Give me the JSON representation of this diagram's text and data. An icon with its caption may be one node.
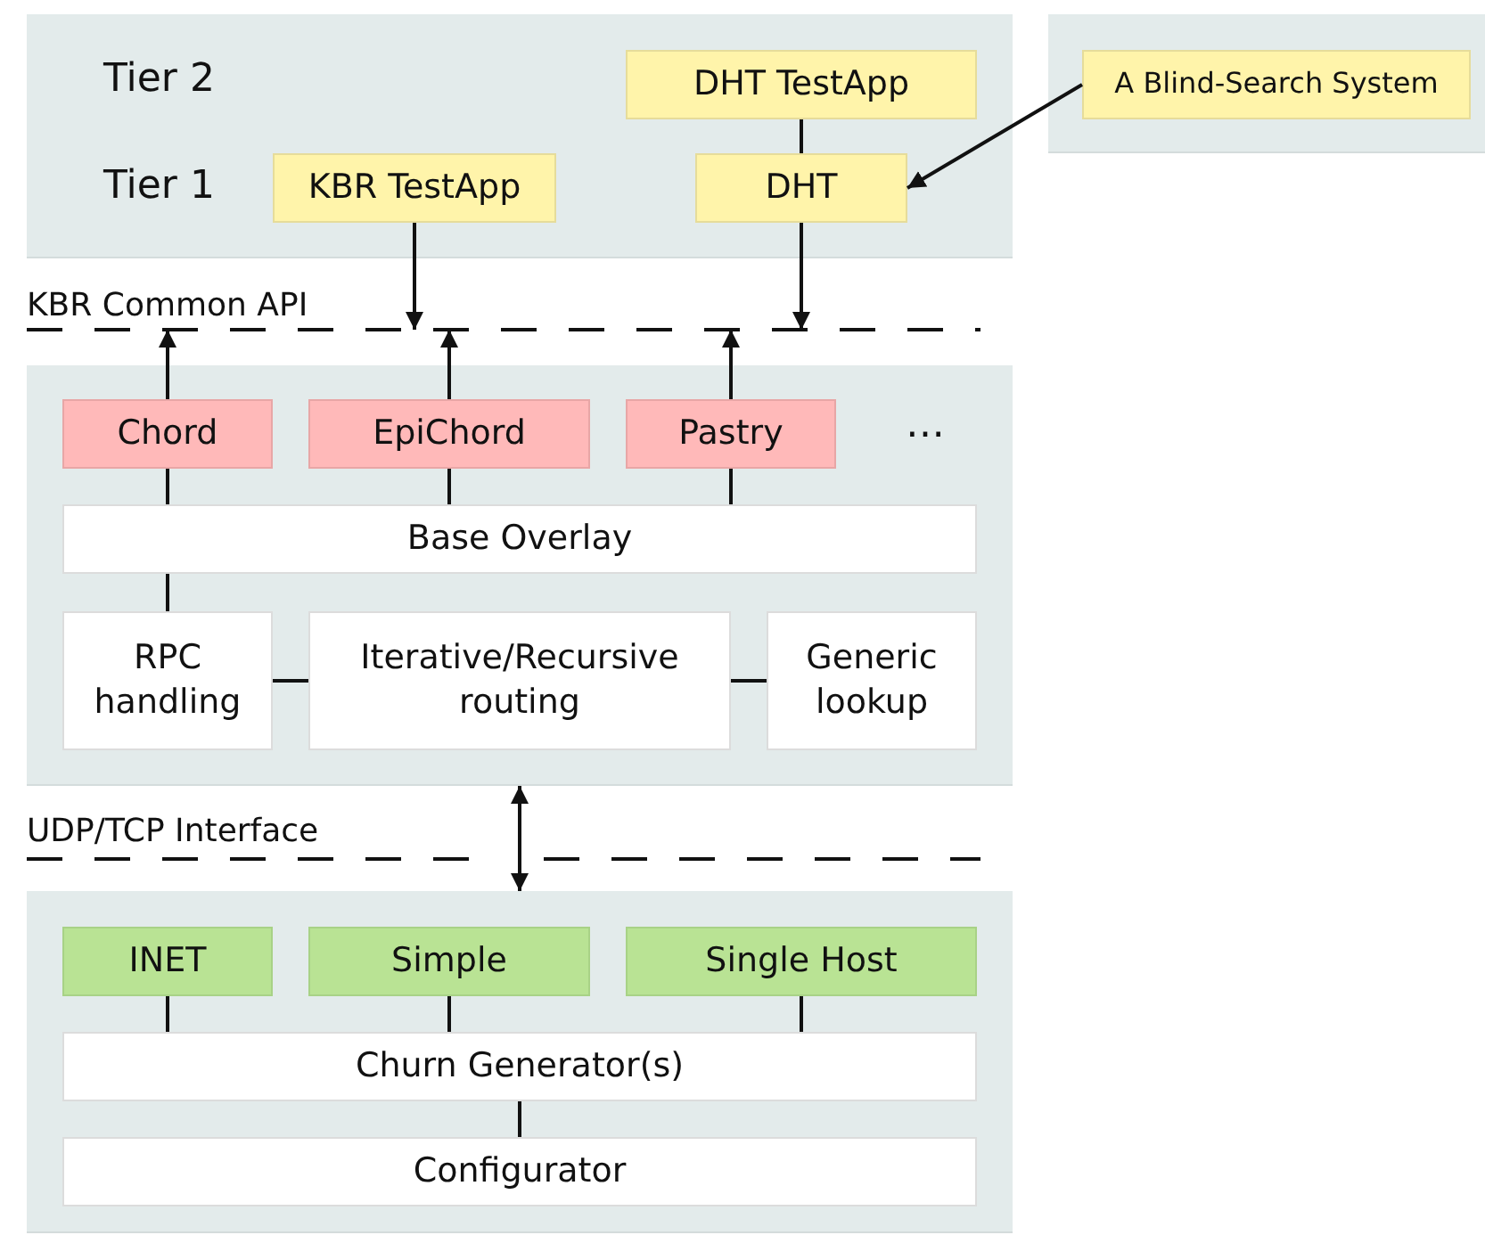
{
  "diagram": {
    "nodes": [
      {
        "text": [],
        "shape": "box"
      },
      {
        "text": [
          "DHT TestApp"
        ],
        "in": 0
      },
      {
        "text": [
          "KBR TestApp"
        ],
        "in": 0
      },
      {
        "text": [
          "DHT"
        ],
        "in": 0
      },
      {
        "text": [],
        "shape": "box"
      },
      {
        "text": [
          "A Blind-Search System"
        ],
        "in": 4
      },
      {
        "text": [
          "KBR Common API"
        ]
      },
      {
        "text": [],
        "shape": "box"
      },
      {
        "text": [
          "Chord"
        ],
        "in": 7
      },
      {
        "text": [
          "EpiChord"
        ],
        "in": 7
      },
      {
        "text": [
          "Pastry"
        ],
        "in": 7
      },
      {
        "text": [
          "Base Overlay"
        ],
        "in": 7
      },
      {
        "text": [
          "RPC handling"
        ],
        "in": 7
      },
      {
        "text": [
          "Iterative/Recursive routing"
        ],
        "in": 7
      },
      {
        "text": [
          "Generic lookup"
        ],
        "in": 7
      },
      {
        "text": [
          "UDP/TCP Interface"
        ]
      },
      {
        "text": [],
        "shape": "box"
      },
      {
        "text": [
          "INET"
        ],
        "in": 16
      },
      {
        "text": [
          "Simple"
        ],
        "in": 16
      },
      {
        "text": [
          "Single Host"
        ],
        "in": 16
      },
      {
        "text": [
          "Churn Generator(s)"
        ],
        "in": 16
      },
      {
        "text": [
          "Configurator"
        ],
        "in": 16
      }
    ],
    "edges": [
      {
        "from": 1,
        "to": 3,
        "arrow": "none"
      },
      {
        "from": 5,
        "to": 3,
        "arrow": "to"
      },
      {
        "from": 2,
        "to": 6,
        "arrow": "to"
      },
      {
        "from": 3,
        "to": 6,
        "arrow": "to"
      },
      {
        "from": 8,
        "to": 6,
        "arrow": "to"
      },
      {
        "from": 9,
        "to": 6,
        "arrow": "to"
      },
      {
        "from": 10,
        "to": 6,
        "arrow": "to"
      },
      {
        "from": 8,
        "to": 11,
        "arrow": "none"
      },
      {
        "from": 9,
        "to": 11,
        "arrow": "none"
      },
      {
        "from": 10,
        "to": 11,
        "arrow": "none"
      },
      {
        "from": 11,
        "to": 12,
        "arrow": "none"
      },
      {
        "from": 12,
        "to": 13,
        "arrow": "none"
      },
      {
        "from": 13,
        "to": 14,
        "arrow": "none"
      },
      {
        "from": 7,
        "to": 16,
        "arrow": "both"
      },
      {
        "from": 17,
        "to": 20,
        "arrow": "none"
      },
      {
        "from": 18,
        "to": 20,
        "arrow": "none"
      },
      {
        "from": 19,
        "to": 20,
        "arrow": "none"
      },
      {
        "from": 20,
        "to": 21,
        "arrow": "none"
      }
    ],
    "labels": [
      "Tier 2",
      "Tier 1",
      "…"
    ]
  }
}
